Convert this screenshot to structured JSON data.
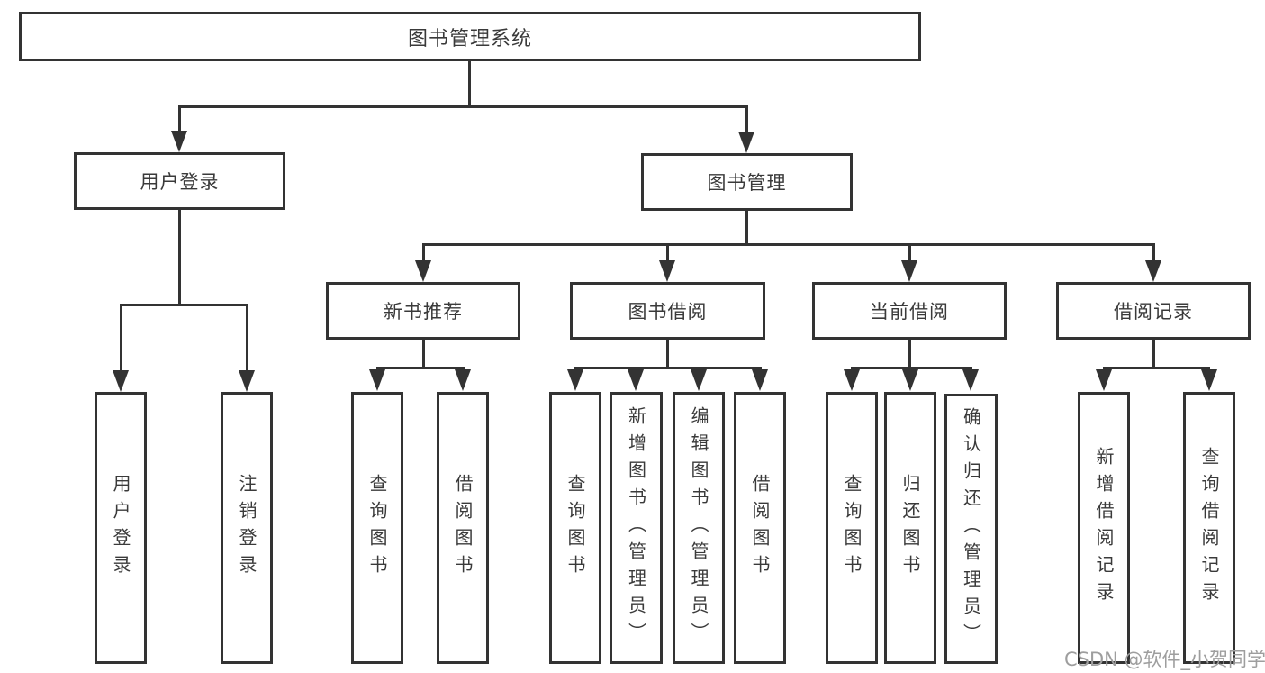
{
  "tree": {
    "root": {
      "label": "图书管理系统"
    },
    "level2": [
      {
        "label": "用户登录"
      },
      {
        "label": "图书管理"
      }
    ],
    "level3": [
      {
        "label": "新书推荐"
      },
      {
        "label": "图书借阅"
      },
      {
        "label": "当前借阅"
      },
      {
        "label": "借阅记录"
      }
    ],
    "level4": [
      {
        "label": "用户登录",
        "parent": "用户登录"
      },
      {
        "label": "注销登录",
        "parent": "用户登录"
      },
      {
        "label": "查询图书",
        "parent": "新书推荐"
      },
      {
        "label": "借阅图书",
        "parent": "新书推荐"
      },
      {
        "label": "查询图书",
        "parent": "图书借阅"
      },
      {
        "label": "新增图书（管理员）",
        "parent": "图书借阅"
      },
      {
        "label": "编辑图书（管理员）",
        "parent": "图书借阅"
      },
      {
        "label": "借阅图书",
        "parent": "图书借阅"
      },
      {
        "label": "查询图书",
        "parent": "当前借阅"
      },
      {
        "label": "归还图书",
        "parent": "当前借阅"
      },
      {
        "label": "确认归还（管理员）",
        "parent": "当前借阅"
      },
      {
        "label": "新增借阅记录",
        "parent": "借阅记录"
      },
      {
        "label": "查询借阅记录",
        "parent": "借阅记录"
      }
    ]
  },
  "watermark": "CSDN @软件_小贺同学",
  "colors": {
    "line": "#333333",
    "text": "#3a3a3a",
    "watermark": "#9e9e9e",
    "background": "#ffffff"
  }
}
